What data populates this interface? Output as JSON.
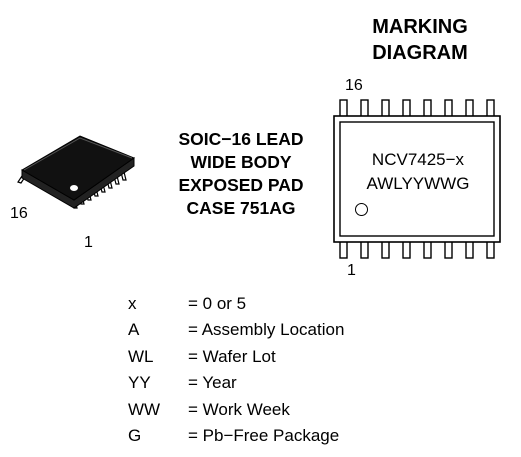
{
  "package_illustration": {
    "pin16_label": "16",
    "pin1_label": "1"
  },
  "package_description": {
    "lines": [
      "SOIC−16 LEAD",
      "WIDE BODY",
      "EXPOSED PAD",
      "CASE 751AG"
    ]
  },
  "marking_diagram": {
    "title_line1": "MARKING",
    "title_line2": "DIAGRAM",
    "pin16_label": "16",
    "pin1_label": "1",
    "marking_line1": "NCV7425−x",
    "marking_line2": "AWLYYWWG"
  },
  "legend": [
    {
      "code": "x",
      "desc": "= 0 or 5"
    },
    {
      "code": "A",
      "desc": "= Assembly Location"
    },
    {
      "code": "WL",
      "desc": "= Wafer Lot"
    },
    {
      "code": "YY",
      "desc": "= Year"
    },
    {
      "code": "WW",
      "desc": "= Work Week"
    },
    {
      "code": "G",
      "desc": "= Pb−Free Package"
    }
  ]
}
